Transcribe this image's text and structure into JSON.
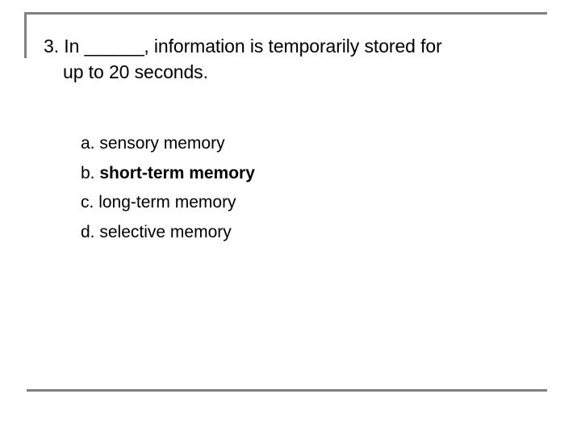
{
  "slide": {
    "background_color": "#ffffff",
    "rule_color": "#808080",
    "text_color": "#000000"
  },
  "question": {
    "number": "3.",
    "line1_before_blank": "In ",
    "blank": "______",
    "line1_after_blank": ", information is temporarily stored for",
    "line2": "up to 20 seconds.",
    "full_text": "3. In ______, information is temporarily stored for up to 20 seconds."
  },
  "options": [
    {
      "label": "a.",
      "text": "sensory memory",
      "bold": false
    },
    {
      "label": "b.",
      "text": "short-term memory",
      "bold": true
    },
    {
      "label": "c.",
      "text": "long-term memory",
      "bold": false
    },
    {
      "label": "d.",
      "text": "selective memory",
      "bold": false
    }
  ]
}
